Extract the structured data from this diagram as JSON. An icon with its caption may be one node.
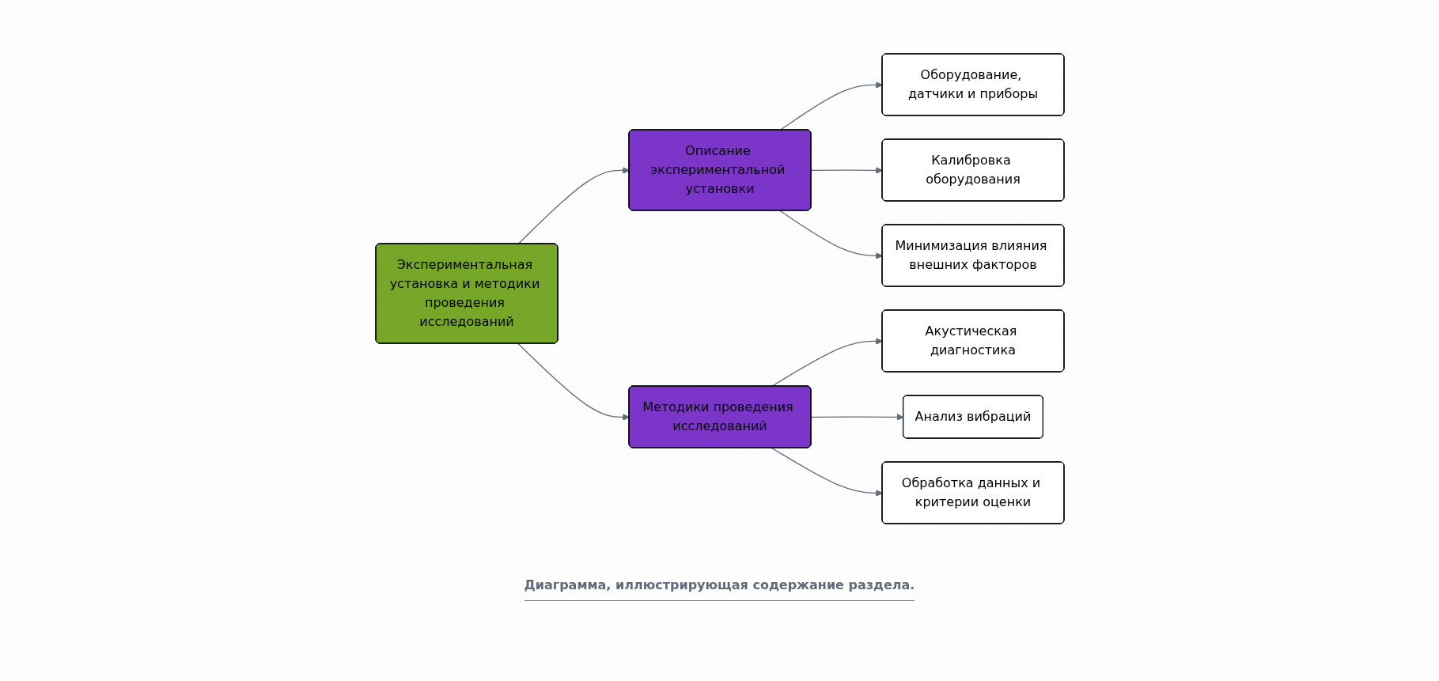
{
  "diagram": {
    "caption": "Диаграмма, иллюстрирующая содержание раздела.",
    "nodes": [
      {
        "text": [
          "Экспериментальная установка и методики проведения исследований"
        ]
      },
      {
        "text": [
          "Описание экспериментальной установки"
        ]
      },
      {
        "text": [
          "Методики проведения исследований"
        ]
      },
      {
        "text": [
          "Оборудование, датчики и приборы"
        ]
      },
      {
        "text": [
          "Калибровка оборудования"
        ]
      },
      {
        "text": [
          "Минимизация влияния внешних факторов"
        ]
      },
      {
        "text": [
          "Акустическая диагностика"
        ]
      },
      {
        "text": [
          "Анализ вибраций"
        ]
      },
      {
        "text": [
          "Обработка данных и критерии оценки"
        ]
      }
    ],
    "edges": [
      {
        "from": 0,
        "to": 1,
        "arrow": "to"
      },
      {
        "from": 0,
        "to": 2,
        "arrow": "to"
      },
      {
        "from": 1,
        "to": 3,
        "arrow": "to"
      },
      {
        "from": 1,
        "to": 4,
        "arrow": "to"
      },
      {
        "from": 1,
        "to": 5,
        "arrow": "to"
      },
      {
        "from": 2,
        "to": 6,
        "arrow": "to"
      },
      {
        "from": 2,
        "to": 7,
        "arrow": "to"
      },
      {
        "from": 2,
        "to": 8,
        "arrow": "to"
      }
    ]
  }
}
